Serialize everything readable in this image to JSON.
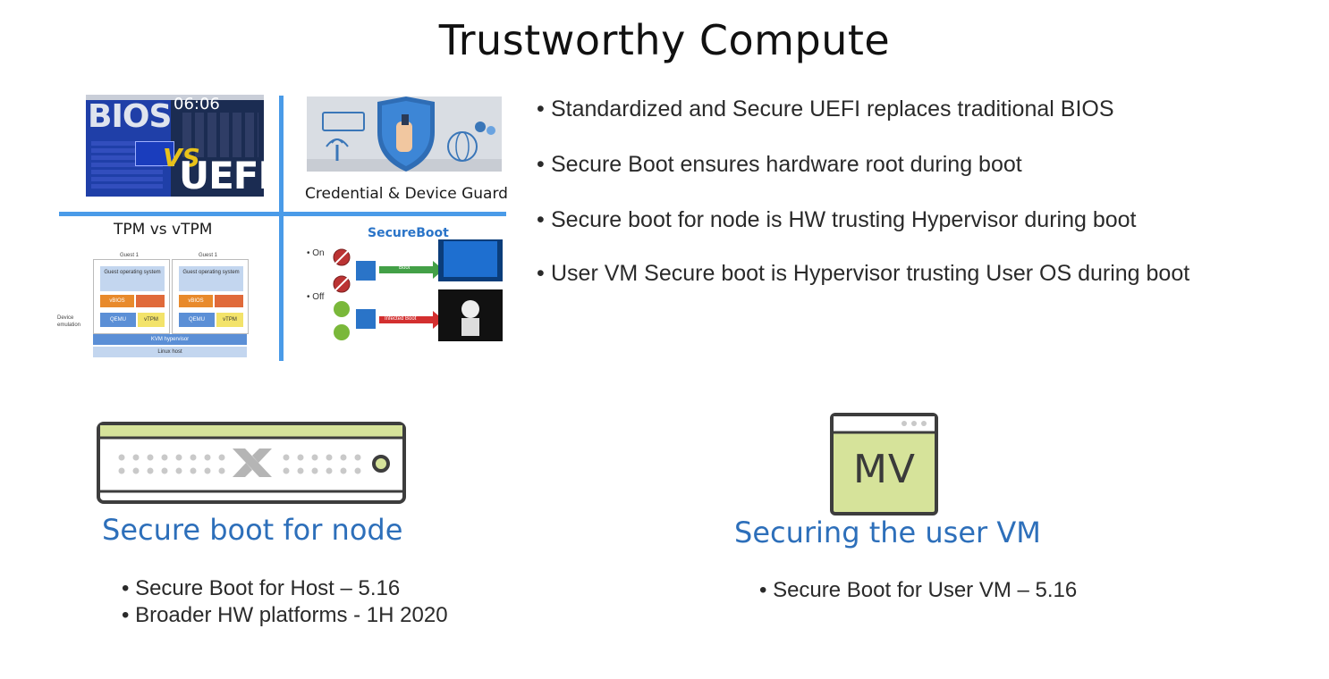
{
  "title": "Trustworthy Compute",
  "bullets": [
    "Standardized and Secure UEFI replaces traditional BIOS",
    "Secure Boot ensures hardware root during boot",
    "Secure boot for node is HW trusting Hypervisor during boot",
    "User VM Secure boot is Hypervisor trusting User OS during boot"
  ],
  "collage": {
    "bios_text": "BIOS",
    "vs_text": "VS",
    "uefi_text": "UEFI",
    "time_text": "06:06",
    "credential_caption": "Credential & Device Guard",
    "tpm_caption": "TPM vs vTPM",
    "tpm_diagram": {
      "guest1": "Guest 1",
      "guest2": "Guest 1",
      "guest_os": "Guest operating system",
      "vbios": "vBIOS",
      "vtpm": "vTPM",
      "qemu": "QEMU",
      "device_emulation": "Device emulation",
      "kvm": "KVM hypervisor",
      "linux_host": "Linux host"
    },
    "secureboot_caption": "SecureBoot",
    "secureboot_on": "On",
    "secureboot_off": "Off",
    "boot_label": "Boot",
    "infected_label": "Infected Boot"
  },
  "node_section": {
    "title": "Secure boot for node",
    "items": [
      "Secure Boot for Host – 5.16",
      "Broader HW platforms - 1H 2020"
    ]
  },
  "vm_section": {
    "icon_text": "MV",
    "title": "Securing the user VM",
    "items": [
      "Secure Boot for User VM – 5.16"
    ]
  },
  "colors": {
    "accent_blue": "#2d6fba",
    "divider_blue": "#4a9be8",
    "lime": "#d6e39a",
    "dark": "#3a3a3a"
  }
}
